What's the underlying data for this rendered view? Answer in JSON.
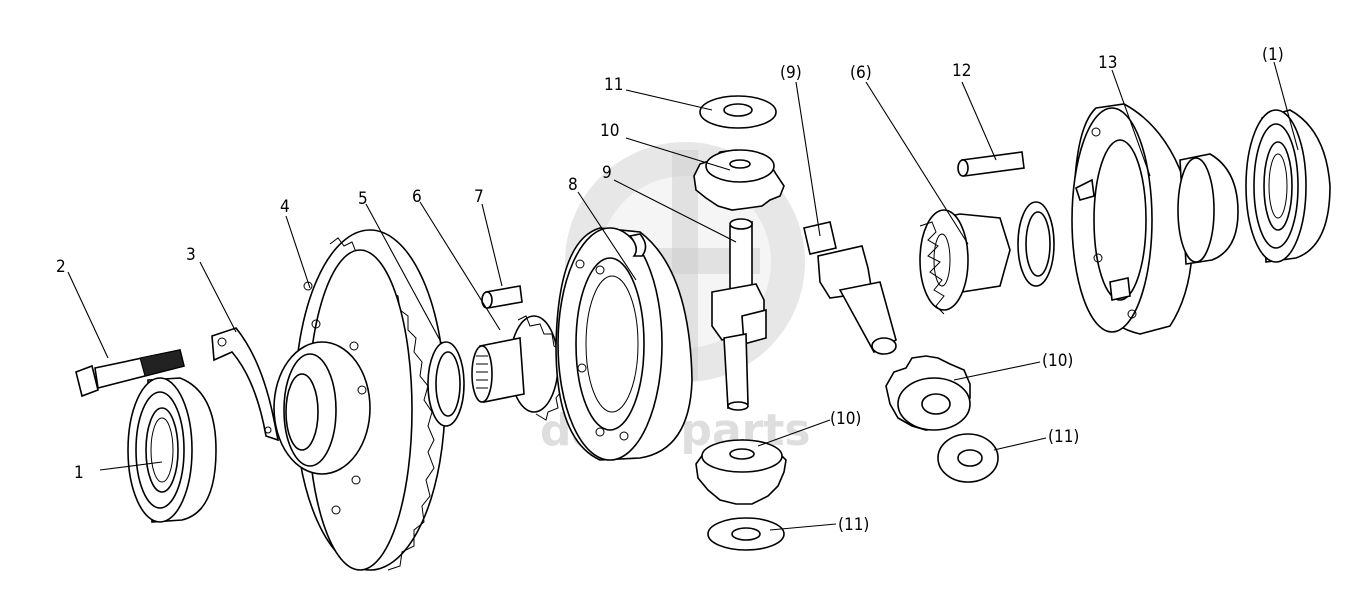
{
  "watermark": {
    "text": "dana-parts",
    "color": "#c9c9c9"
  },
  "callouts": {
    "c1": "1",
    "c2": "2",
    "c3": "3",
    "c4": "4",
    "c5": "5",
    "c6": "6",
    "c7": "7",
    "c8": "8",
    "c9": "9",
    "c10": "10",
    "c11": "11",
    "c12": "12",
    "c13": "13",
    "c9p": "(9)",
    "c6p": "(6)",
    "c1p": "(1)",
    "c10p_a": "(10)",
    "c11p_a": "(11)",
    "c10p_b": "(10)",
    "c11p_b": "(11)"
  }
}
